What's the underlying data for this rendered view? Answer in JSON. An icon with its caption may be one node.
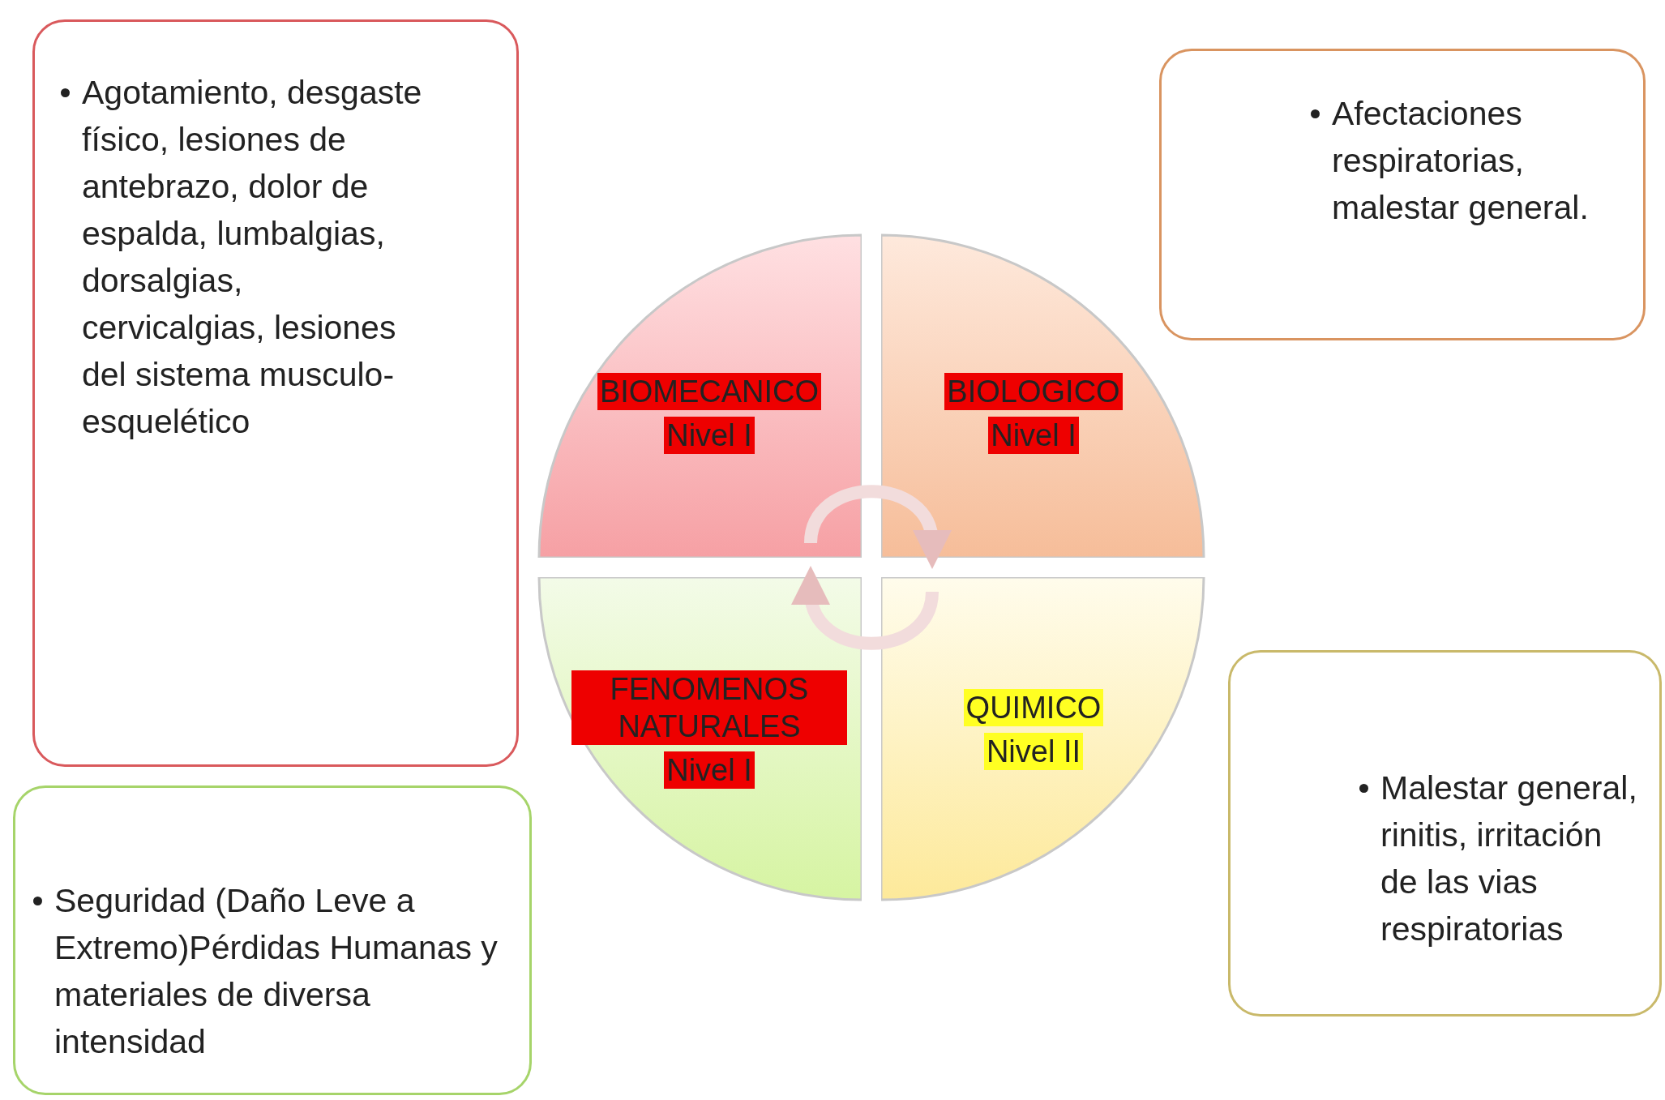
{
  "diagram": {
    "nodes": [
      {
        "text": [
          "Agotamiento, desgaste físico, lesiones de antebrazo, dolor de espalda, lumbalgias, dorsalgias, cervicalgias, lesiones del sistema musculo-esquelético"
        ]
      },
      {
        "text": [
          "Afectaciones respiratorias, malestar general."
        ]
      },
      {
        "text": [
          "BIOMECANICO",
          "Nivel I"
        ]
      },
      {
        "text": [
          "BIOLOGICO",
          "Nivel I"
        ]
      },
      {
        "text": [
          "FENOMENOS NATURALES",
          "Nivel I"
        ]
      },
      {
        "text": [
          "QUIMICO",
          "Nivel II"
        ]
      },
      {
        "text": [
          "Malestar general, rinitis, irritación de las vias respiratorias"
        ]
      },
      {
        "text": [
          "Seguridad (Daño Leve a Extremo)Pérdidas Humanas y materiales de diversa intensidad"
        ]
      }
    ],
    "edges": [
      {
        "from": 2,
        "to": 3,
        "arrow": "to"
      },
      {
        "from": 5,
        "to": 4,
        "arrow": "to"
      }
    ]
  }
}
